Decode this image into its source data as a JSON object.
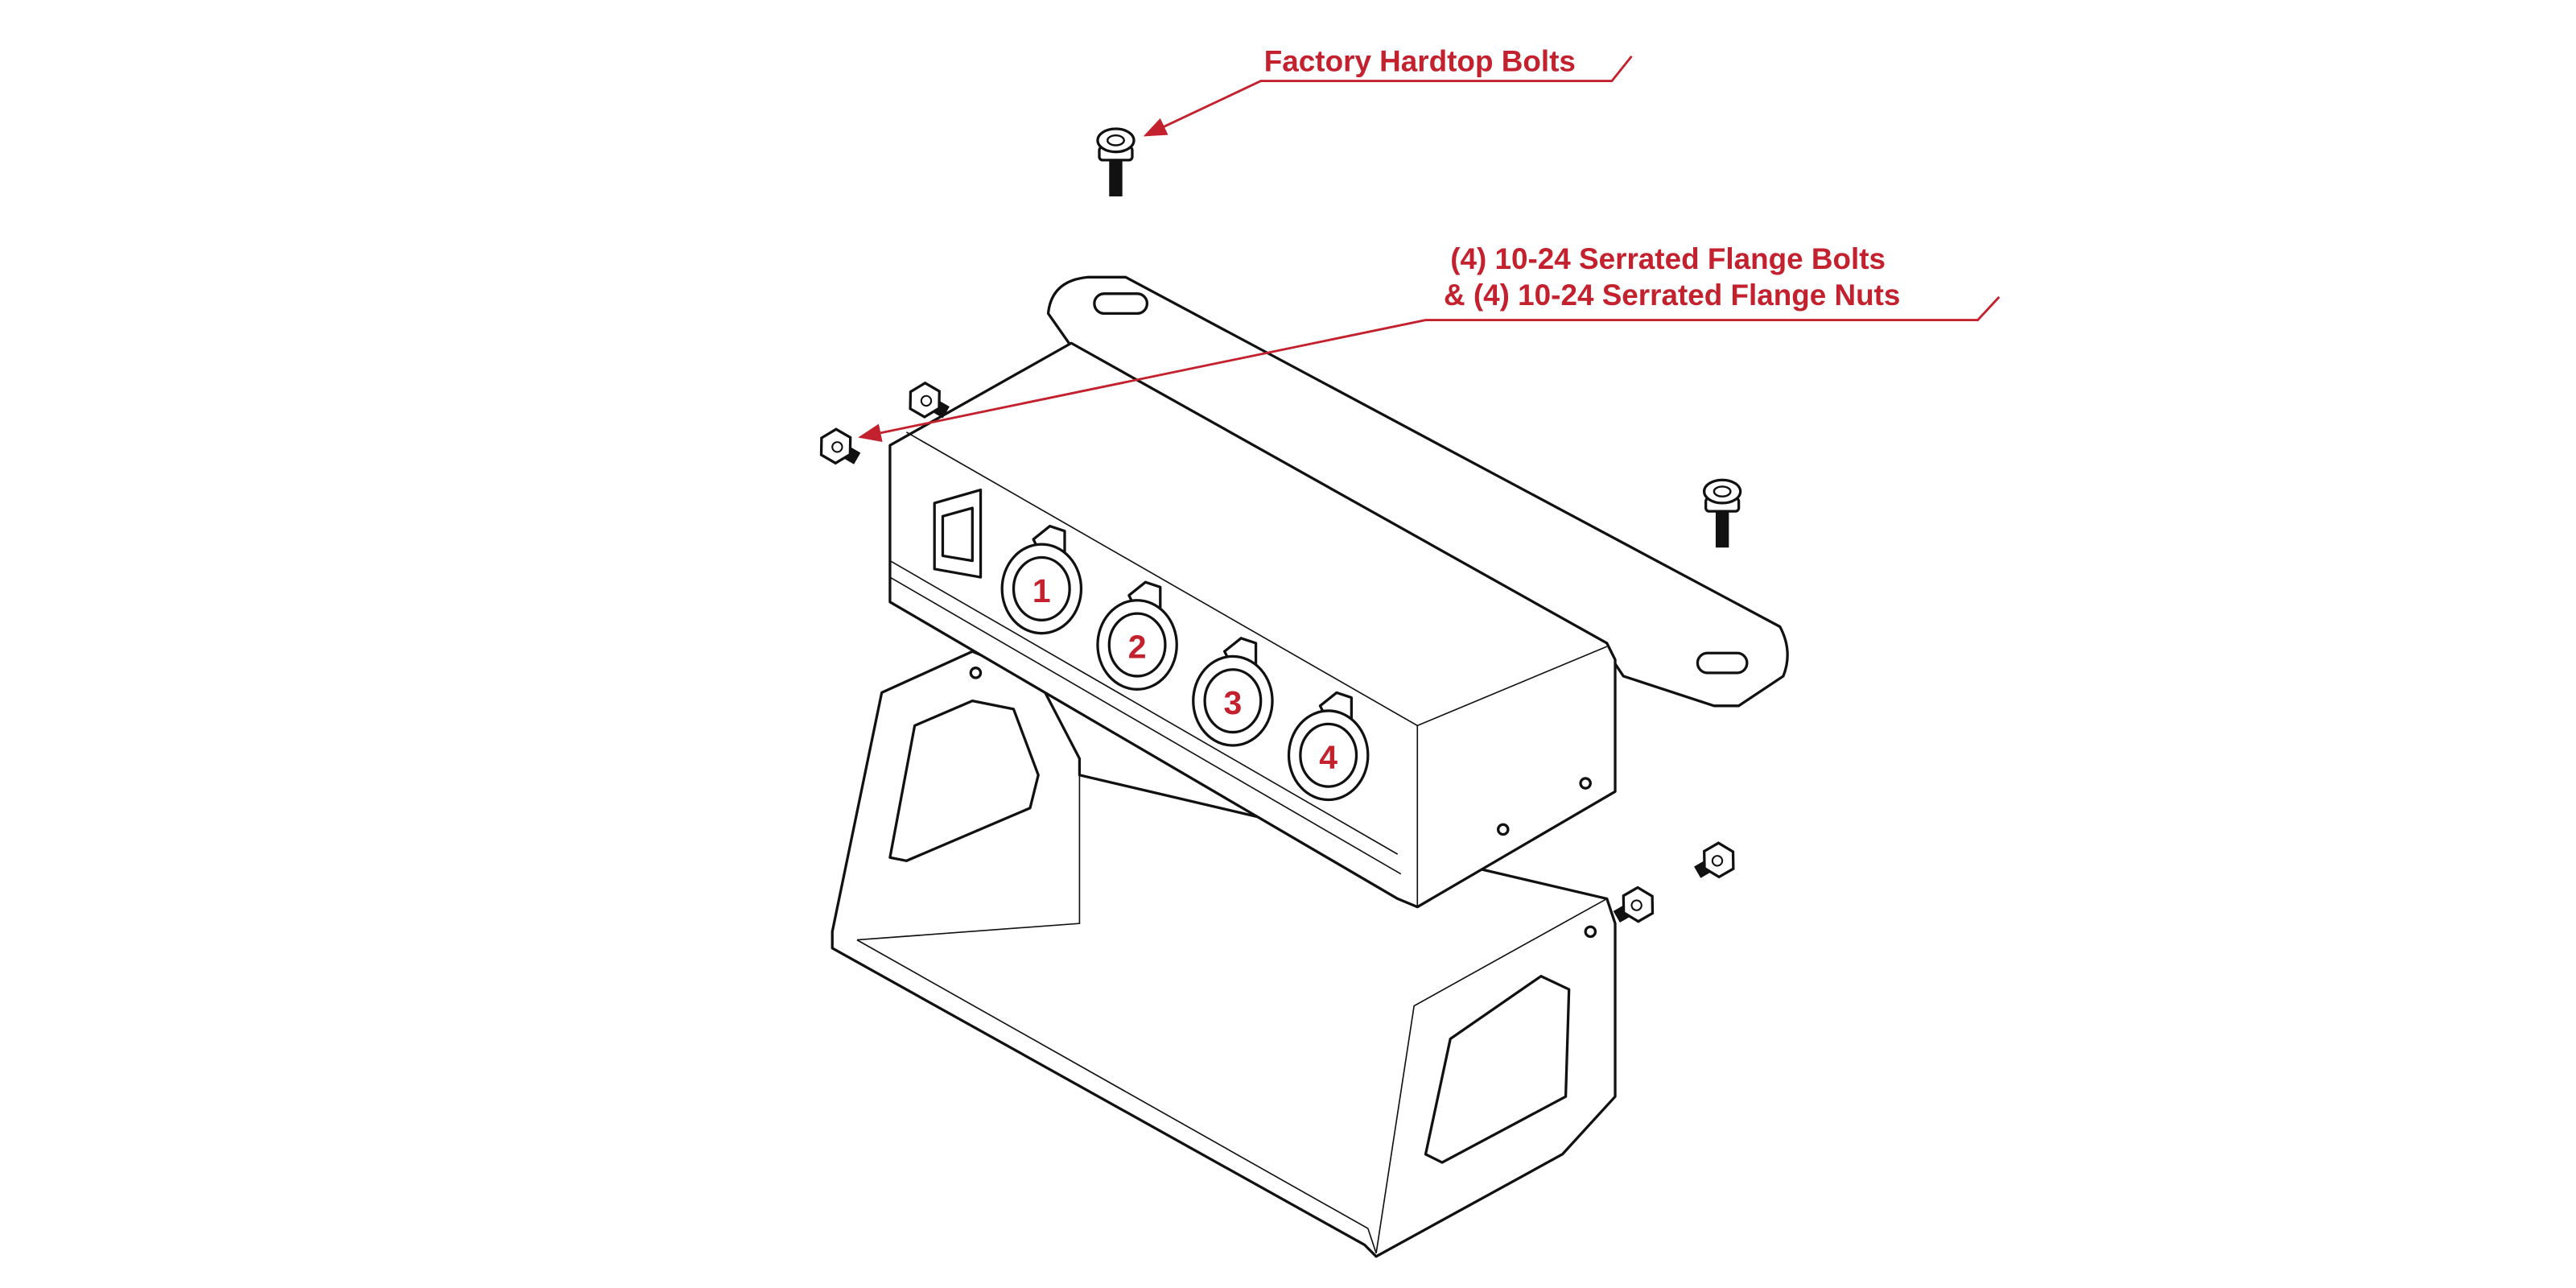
{
  "callouts": {
    "hardtop_bolts": "Factory Hardtop Bolts",
    "flange_line1": "(4) 10-24 Serrated Flange Bolts",
    "flange_line2": "& (4) 10-24 Serrated Flange Nuts"
  },
  "sockets": [
    "1",
    "2",
    "3",
    "4"
  ],
  "colors": {
    "accent": "#c4212e",
    "line": "#111111"
  }
}
